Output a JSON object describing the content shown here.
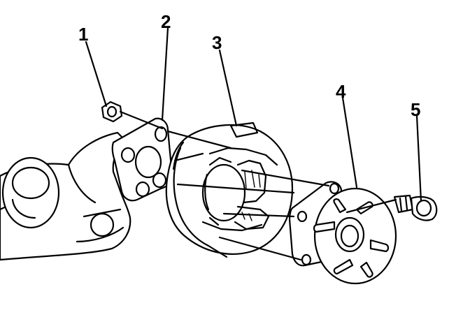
{
  "callouts": [
    {
      "id": 1,
      "label": "1"
    },
    {
      "id": 2,
      "label": "2"
    },
    {
      "id": 3,
      "label": "3"
    },
    {
      "id": 4,
      "label": "4"
    },
    {
      "id": 5,
      "label": "5"
    }
  ],
  "colors": {
    "ink": "#000000",
    "paper": "#ffffff"
  }
}
